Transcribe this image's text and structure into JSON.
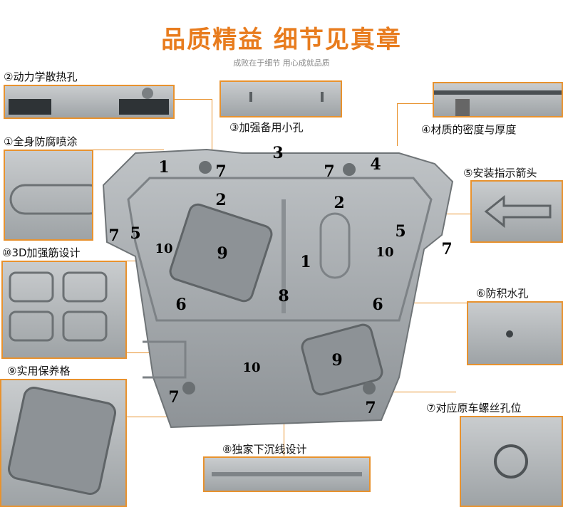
{
  "header": {
    "title": "品质精益 细节见真章",
    "subtitle": "成败在于细节 用心成就品质"
  },
  "callouts": {
    "c1": "①全身防腐喷涂",
    "c2": "②动力学散热孔",
    "c3": "③加强备用小孔",
    "c4": "④材质的密度与厚度",
    "c5": "⑤安装指示箭头",
    "c6": "⑥防积水孔",
    "c7": "⑦对应原车螺丝孔位",
    "c8": "⑧独家下沉线设计",
    "c9": "⑨实用保养格",
    "c10": "⑩3D加强筋设计"
  },
  "markers": {
    "m1": "1",
    "m2": "2",
    "m3": "3",
    "m4": "4",
    "m5": "5",
    "m6": "6",
    "m7": "7",
    "m8": "8",
    "m9": "9",
    "m10": "10"
  },
  "colors": {
    "accent": "#e8922e",
    "title": "#e87c1e",
    "plate": "#a9aeb1"
  }
}
